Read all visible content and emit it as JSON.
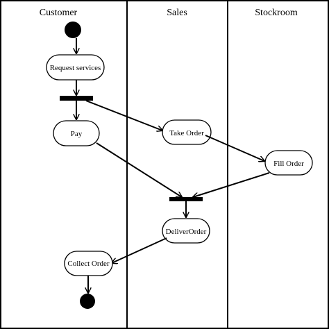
{
  "swimlanes": [
    {
      "id": "customer",
      "title": "Customer"
    },
    {
      "id": "sales",
      "title": "Sales"
    },
    {
      "id": "stockroom",
      "title": "Stockroom"
    }
  ],
  "activities": {
    "request_services": "Request services",
    "pay": "Pay",
    "take_order": "Take Order",
    "fill_order": "Fill Order",
    "deliver_order": "DeliverOrder",
    "collect_order": "Collect Order"
  }
}
